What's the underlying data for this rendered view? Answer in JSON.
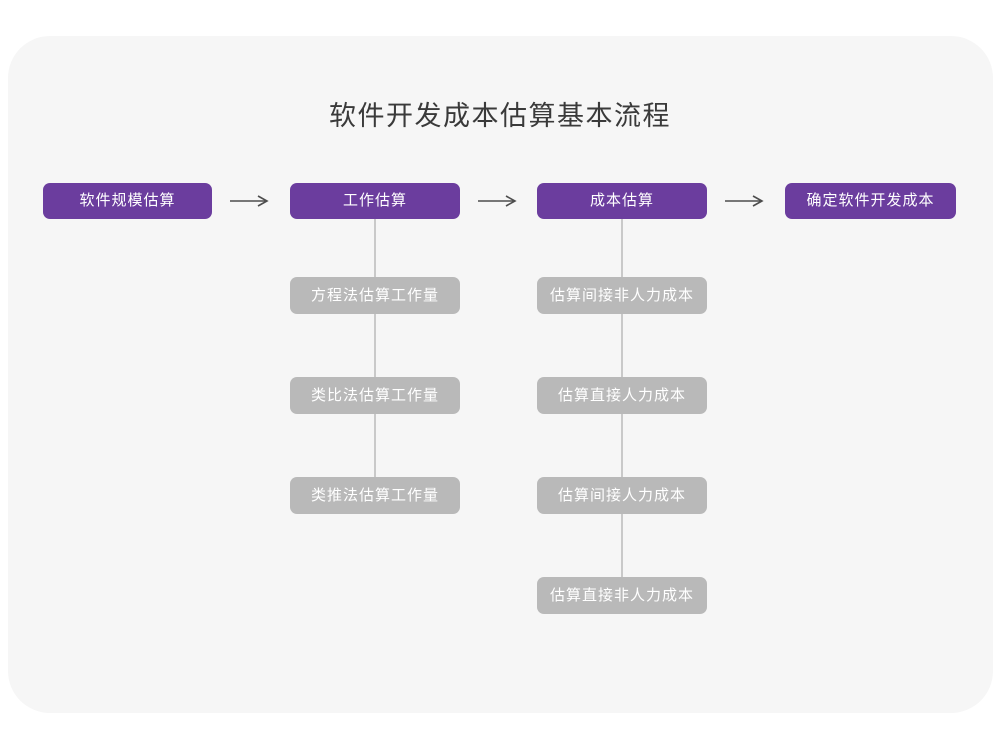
{
  "diagram": {
    "title": "软件开发成本估算基本流程",
    "stages": [
      {
        "id": "software-scale-estimation",
        "label": "软件规模估算"
      },
      {
        "id": "work-estimation",
        "label": "工作估算"
      },
      {
        "id": "cost-estimation",
        "label": "成本估算"
      },
      {
        "id": "determine-software-dev-cost",
        "label": "确定软件开发成本"
      }
    ],
    "work_estimation_methods": [
      {
        "label": "方程法估算工作量"
      },
      {
        "label": "类比法估算工作量"
      },
      {
        "label": "类推法估算工作量"
      }
    ],
    "cost_estimation_steps": [
      {
        "label": "估算间接非人力成本"
      },
      {
        "label": "估算直接人力成本"
      },
      {
        "label": "估算间接人力成本"
      },
      {
        "label": "估算直接非人力成本"
      }
    ]
  },
  "colors": {
    "stage_fill": "#6b3d9e",
    "sub_fill": "#b9b9b9",
    "card_background": "#f6f6f6",
    "page_background": "#ffffff",
    "connector_line": "#c9c9c9",
    "arrow": "#4d4d4d",
    "title_text": "#3a3a3a",
    "box_text": "#ffffff"
  }
}
